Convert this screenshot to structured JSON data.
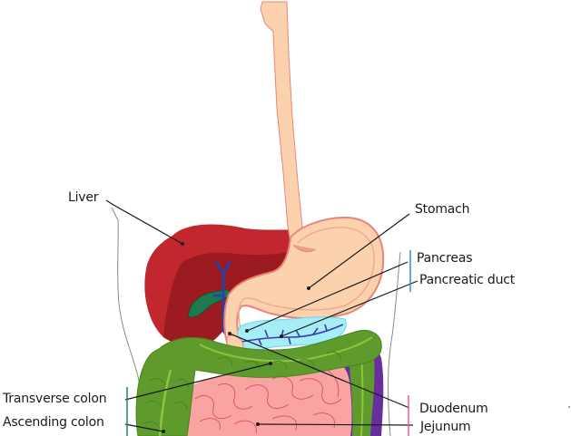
{
  "diagram": {
    "type": "anatomical-illustration",
    "subject": "Human digestive system (upper abdominal organs)",
    "labels": {
      "liver": "Liver",
      "stomach": "Stomach",
      "pancreas": "Pancreas",
      "pancreatic_duct": "Pancreatic duct",
      "transverse_colon": "Transverse colon",
      "ascending_colon": "Ascending colon",
      "duodenum": "Duodenum",
      "jejunum": "Jejunum"
    },
    "colors": {
      "liver_outer": "#c1272d",
      "liver_inner": "#9b1b20",
      "esophagus_stomach": "#fcd2ae",
      "stomach_outline": "#e8857a",
      "gallbladder": "#1d7a4e",
      "bile_duct": "#2b3fa8",
      "pancreas": "#a6eef7",
      "colon": "#5e9a2c",
      "colon_dark": "#4d8422",
      "colon_stripe": "#8cc63f",
      "small_intestine": "#f9a3a3",
      "intestine_lines": "#c9464b",
      "descending_purple": "#6a2d9e",
      "body_outline": "#888888",
      "bracket_blue": "#2a8fe0",
      "bracket_pink": "#f0569a",
      "bracket_green": "#1a8a4f",
      "leader_lines": "#1a1a1a"
    }
  }
}
